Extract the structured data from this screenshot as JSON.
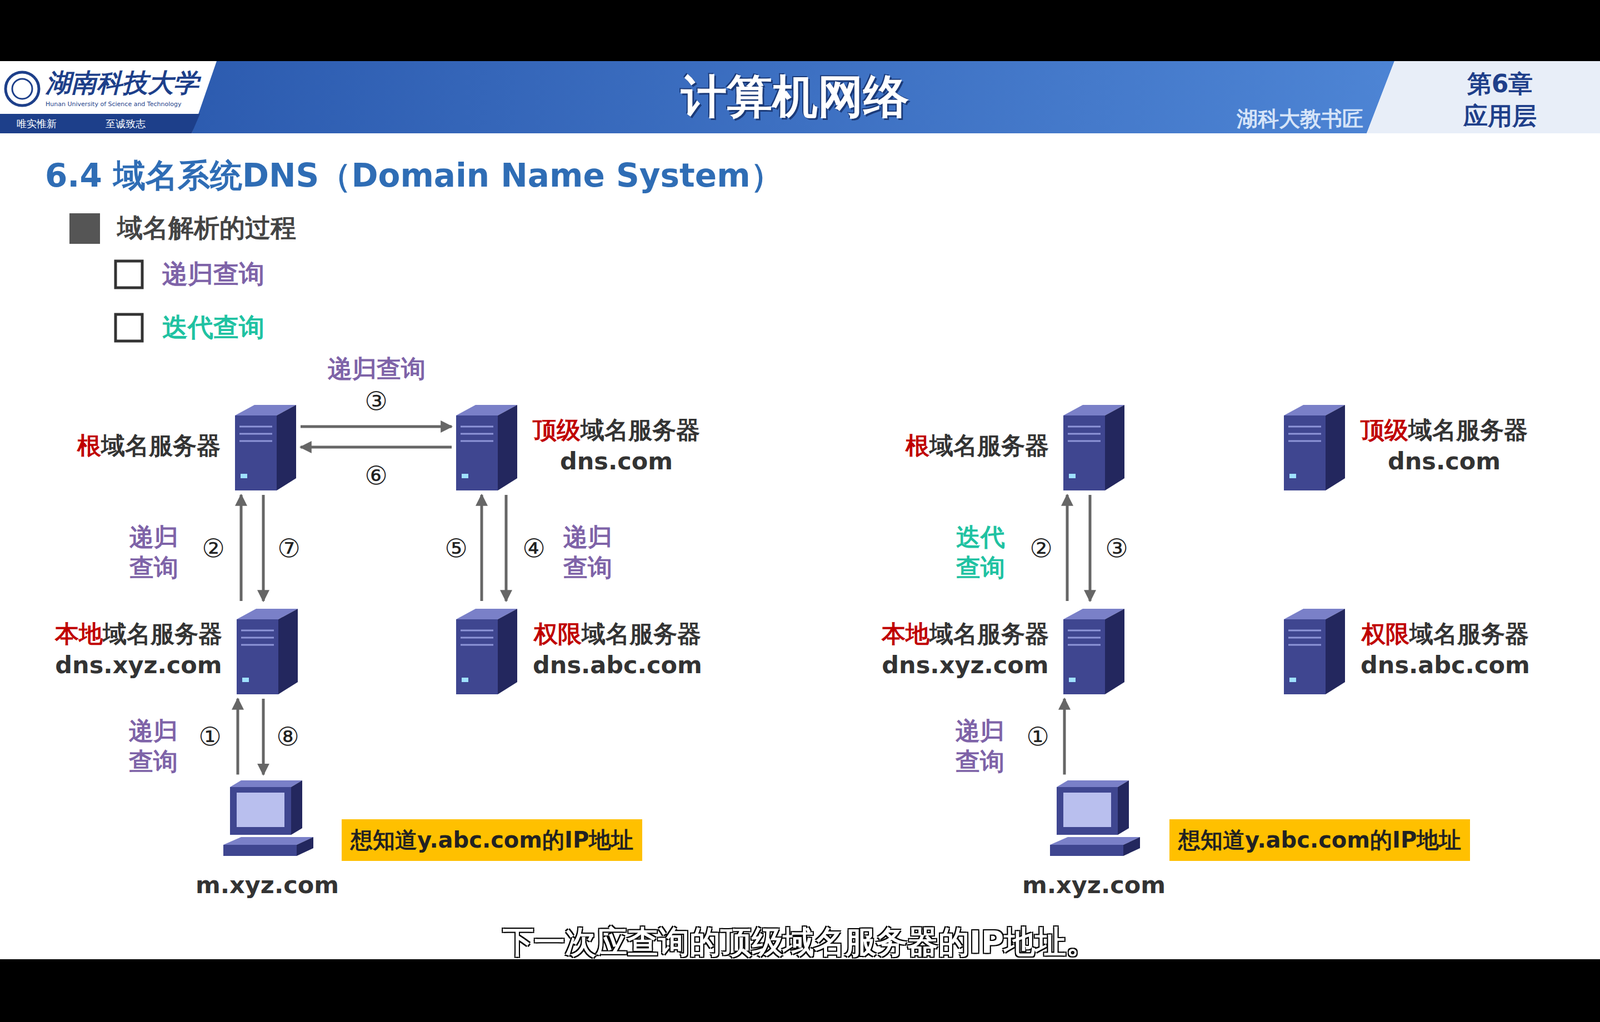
{
  "diagram": {
    "title": "计算机网络",
    "nodes": [
      {
        "text": [
          "根",
          "域名服务器"
        ]
      },
      {
        "text": [
          "顶级",
          "域名服务器",
          "dns.com"
        ]
      },
      {
        "text": [
          "本地",
          "域名服务器",
          "dns.xyz.com"
        ]
      },
      {
        "text": [
          "权限",
          "域名服务器",
          "dns.abc.com"
        ]
      },
      {
        "text": [
          "m.xyz.com"
        ]
      },
      {
        "text": [
          "想知道y.abc.com的IP地址"
        ]
      },
      {
        "text": [
          "根",
          "域名服务器"
        ]
      },
      {
        "text": [
          "顶级",
          "域名服务器",
          "dns.com"
        ]
      },
      {
        "text": [
          "本地",
          "域名服务器",
          "dns.xyz.com"
        ]
      },
      {
        "text": [
          "权限",
          "域名服务器",
          "dns.abc.com"
        ]
      },
      {
        "text": [
          "m.xyz.com"
        ]
      },
      {
        "text": [
          "想知道y.abc.com的IP地址"
        ]
      }
    ],
    "edges": [
      {
        "from": 4,
        "to": 2,
        "label": "①",
        "arrow": "to"
      },
      {
        "from": 2,
        "to": 4,
        "label": "⑧",
        "arrow": "to"
      },
      {
        "from": 2,
        "to": 0,
        "label": "②",
        "arrow": "to"
      },
      {
        "from": 0,
        "to": 2,
        "label": "⑦",
        "arrow": "to"
      },
      {
        "from": 0,
        "to": 1,
        "label": "③",
        "arrow": "to"
      },
      {
        "from": 1,
        "to": 0,
        "label": "⑥",
        "arrow": "to"
      },
      {
        "from": 1,
        "to": 3,
        "label": "④",
        "arrow": "to"
      },
      {
        "from": 3,
        "to": 1,
        "label": "⑤",
        "arrow": "to"
      },
      {
        "from": 10,
        "to": 8,
        "label": "①",
        "arrow": "to"
      },
      {
        "from": 8,
        "to": 6,
        "label": "②",
        "arrow": "to"
      },
      {
        "from": 6,
        "to": 8,
        "label": "③",
        "arrow": "to"
      }
    ],
    "labels": [
      "湖南科技大学",
      "Hunan University of Science and Technology",
      "唯实惟新",
      "至诚致志",
      "第6章",
      "应用层",
      "湖科大教书匠",
      "6.4 域名系统DNS（Domain Name System）",
      "域名解析的过程",
      "递归查询",
      "迭代查询",
      "递归查询",
      "递归 查询",
      "递归 查询",
      "递归 查询",
      "迭代 查询",
      "递归 查询",
      "下一次应查询的顶级域名服务器的IP地址。"
    ]
  }
}
